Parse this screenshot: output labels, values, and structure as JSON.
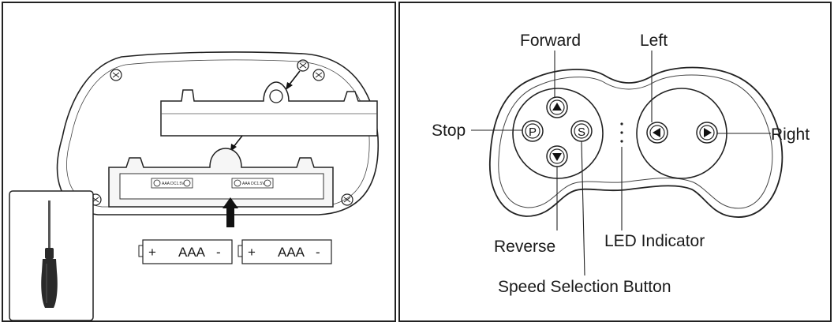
{
  "left_panel": {
    "batteries": [
      {
        "plus": "+",
        "type": "AAA",
        "minus": "-"
      },
      {
        "plus": "+",
        "type": "AAA",
        "minus": "-"
      }
    ],
    "compartment_slots": [
      "AAA DC1.5V",
      "AAA DC1.5V"
    ],
    "tool_icon": "screwdriver-icon"
  },
  "right_panel": {
    "labels": {
      "forward": "Forward",
      "left": "Left",
      "stop": "Stop",
      "right": "Right",
      "reverse": "Reverse",
      "led": "LED Indicator",
      "speed": "Speed Selection Button"
    },
    "buttons": {
      "stop": "P",
      "speed": "S"
    }
  }
}
